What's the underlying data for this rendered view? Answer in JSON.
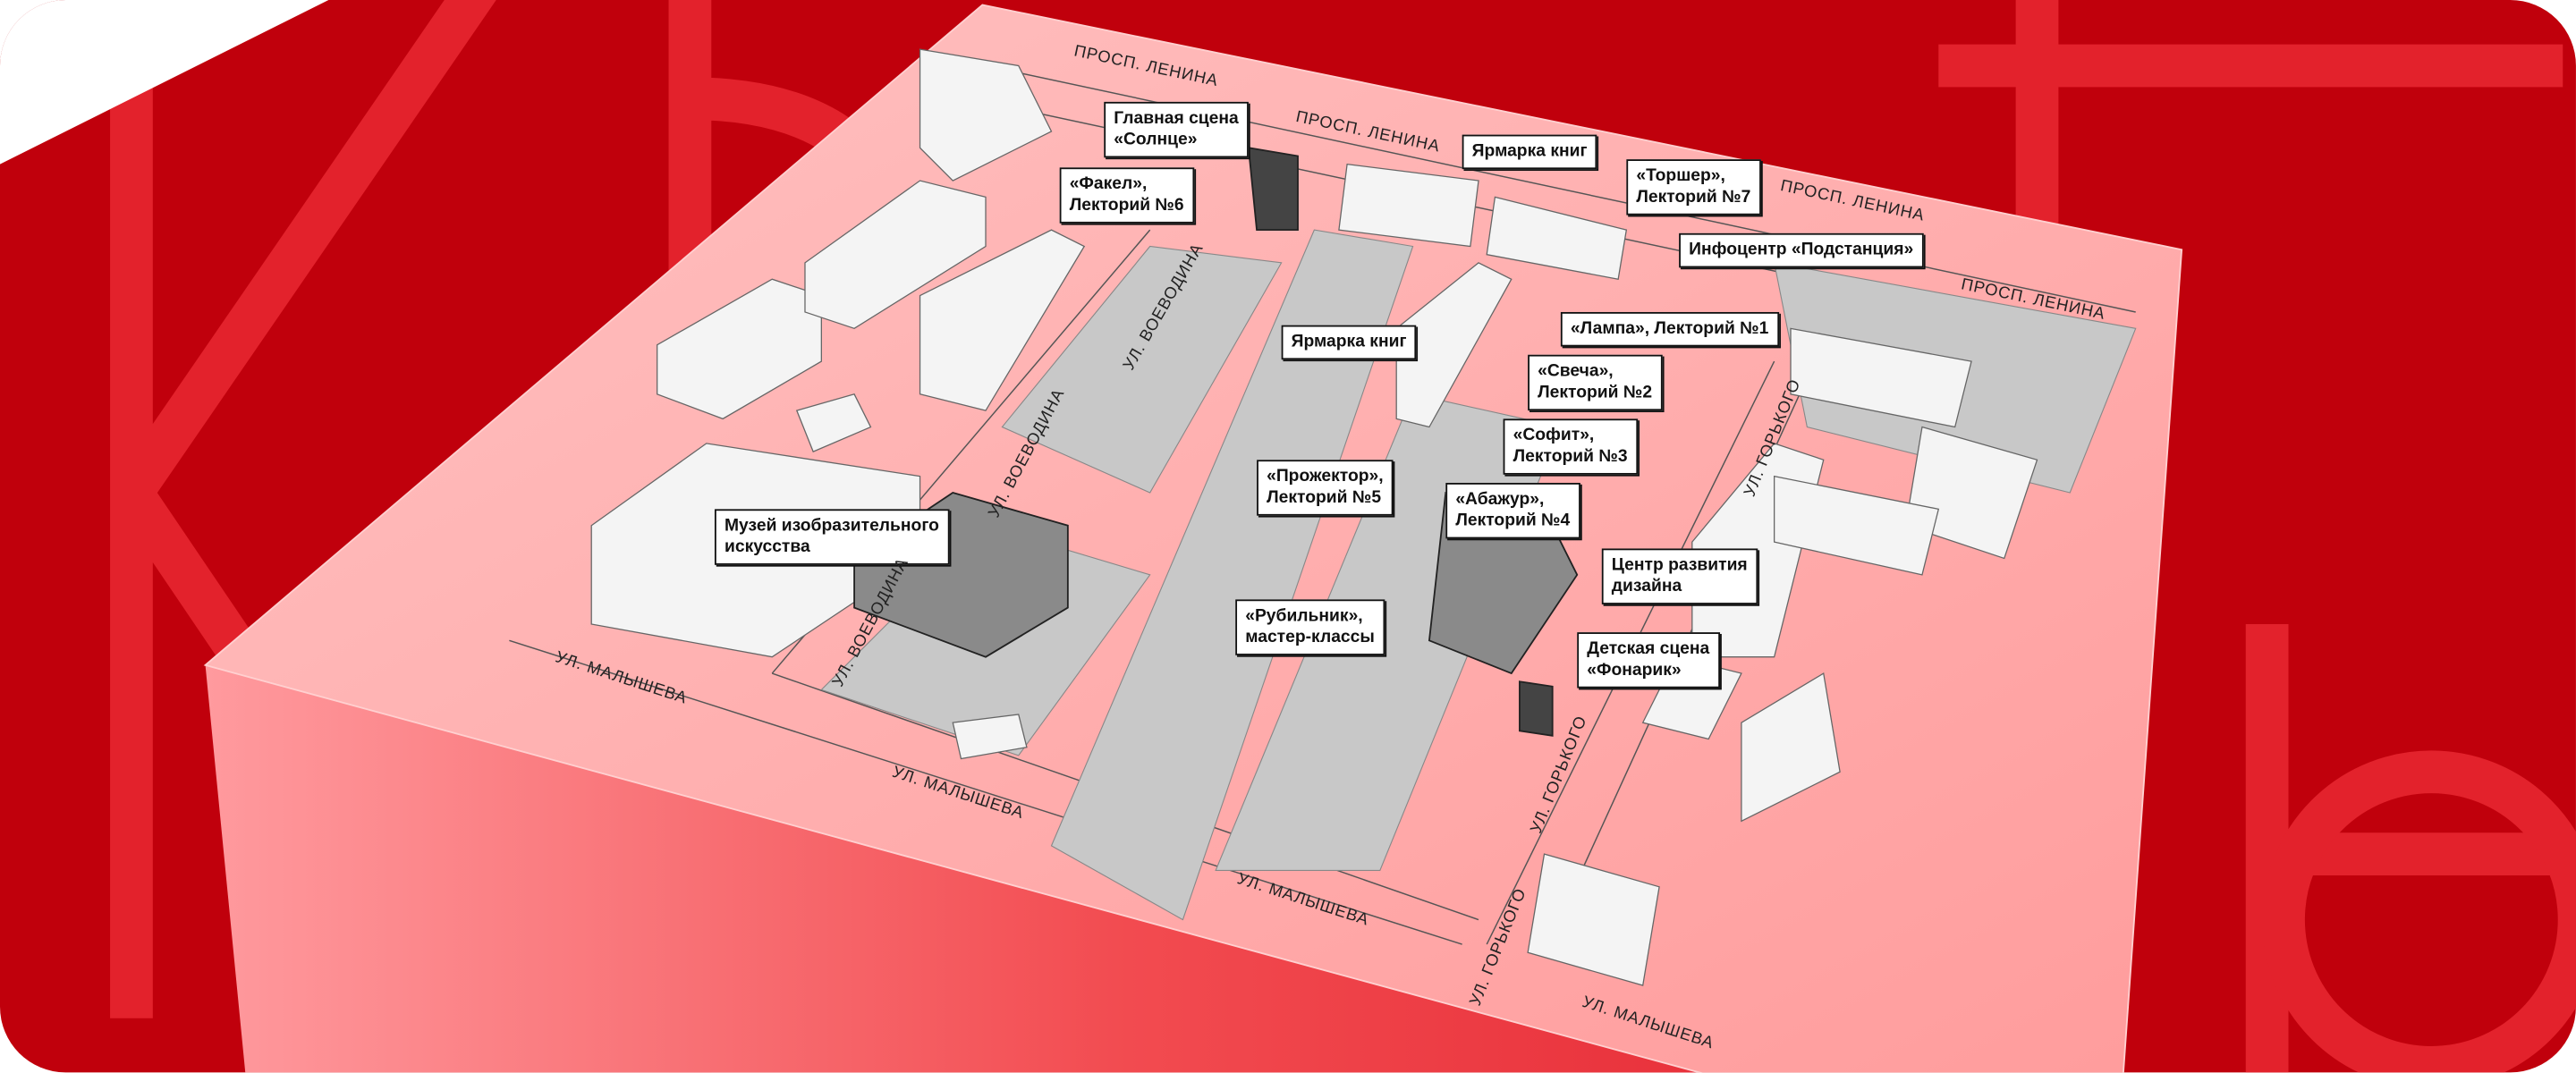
{
  "colors": {
    "background": "#c0000c",
    "letters": "#e3222c",
    "plate_top": "#ffb3b3",
    "plate_front": "#f24b50",
    "buildings": "#f2f2f2",
    "park": "#c9c9c9",
    "highlight": "#555555"
  },
  "labels": [
    {
      "id": "main-stage",
      "lines": [
        "Главная сцена",
        "«Солнце»"
      ]
    },
    {
      "id": "fakel",
      "lines": [
        "«Факел»,",
        "Лекторий №6"
      ]
    },
    {
      "id": "book-fair-top",
      "lines": [
        "Ярмарка книг"
      ]
    },
    {
      "id": "torsher",
      "lines": [
        "«Торшер»,",
        "Лекторий №7"
      ]
    },
    {
      "id": "infocenter",
      "lines": [
        "Инфоцентр «Подстанция»"
      ]
    },
    {
      "id": "lampa",
      "lines": [
        "«Лампа», Лекторий №1"
      ]
    },
    {
      "id": "svecha",
      "lines": [
        "«Свеча»,",
        "Лекторий №2"
      ]
    },
    {
      "id": "sofit",
      "lines": [
        "«Софит»,",
        "Лекторий №3"
      ]
    },
    {
      "id": "book-fair-mid",
      "lines": [
        "Ярмарка книг"
      ]
    },
    {
      "id": "prozhektor",
      "lines": [
        "«Прожектор»,",
        "Лекторий №5"
      ]
    },
    {
      "id": "abazhur",
      "lines": [
        "«Абажур»,",
        "Лекторий №4"
      ]
    },
    {
      "id": "museum",
      "lines": [
        "Музей изобразительного",
        "искусства"
      ]
    },
    {
      "id": "design-center",
      "lines": [
        "Центр развития",
        "дизайна"
      ]
    },
    {
      "id": "rubilnik",
      "lines": [
        "«Рубильник»,",
        "мастер-классы"
      ]
    },
    {
      "id": "kids-stage",
      "lines": [
        "Детская сцена",
        "«Фонарик»"
      ]
    }
  ],
  "streets": {
    "lenina_1": "ПРОСП. ЛЕНИНА",
    "lenina_2": "ПРОСП. ЛЕНИНА",
    "lenina_3": "ПРОСП. ЛЕНИНА",
    "lenina_4": "ПРОСП. ЛЕНИНА",
    "voevodina_1": "УЛ. ВОЕВОДИНА",
    "voevodina_2": "УЛ. ВОЕВОДИНА",
    "voevodina_3": "УЛ. ВОЕВОДИНА",
    "malysheva_1": "УЛ. МАЛЫШЕВА",
    "malysheva_2": "УЛ. МАЛЫШЕВА",
    "malysheva_3": "УЛ. МАЛЫШЕВА",
    "malysheva_4": "УЛ. МАЛЫШЕВА",
    "gorkogo_1": "УЛ. ГОРЬКОГО",
    "gorkogo_2": "УЛ. ГОРЬКОГО",
    "gorkogo_3": "УЛ. ГОРЬКОГО"
  }
}
